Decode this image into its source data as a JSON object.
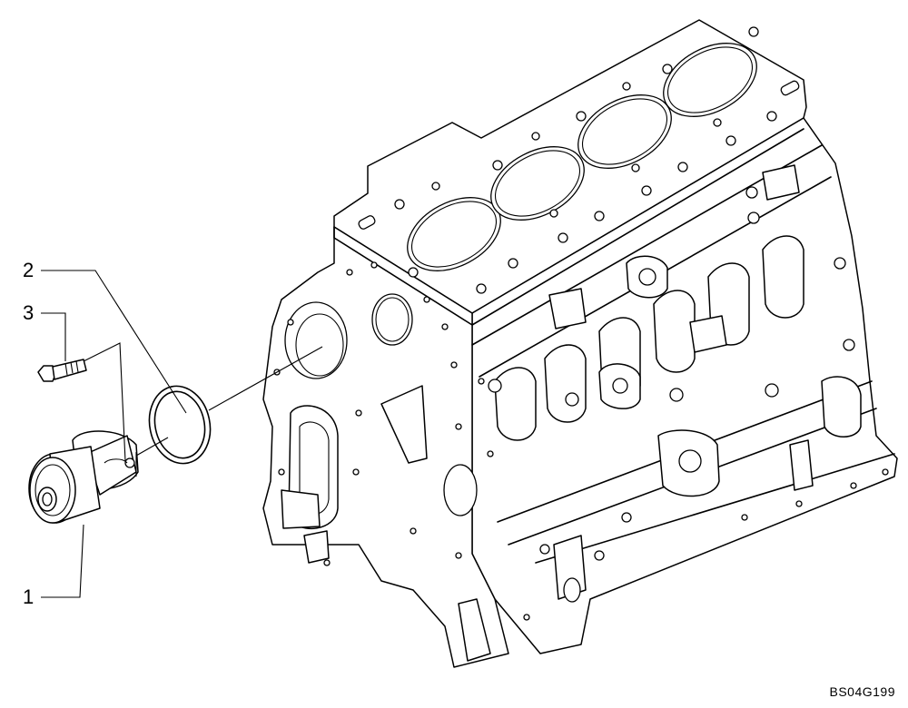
{
  "callouts": [
    {
      "id": "water-pump",
      "label": "1"
    },
    {
      "id": "o-ring",
      "label": "2"
    },
    {
      "id": "bolt",
      "label": "3"
    }
  ],
  "drawing_code": "BS04G199",
  "colors": {
    "ink": "#000000",
    "paper": "#ffffff"
  }
}
